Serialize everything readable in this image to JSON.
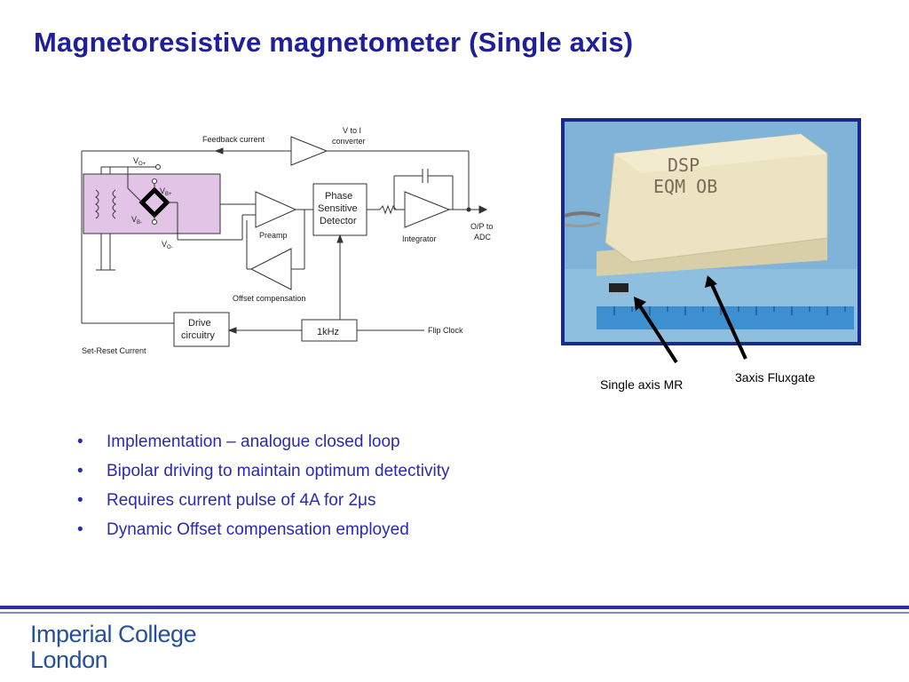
{
  "slide": {
    "title": "Magnetoresistive magnetometer (Single axis)"
  },
  "schematic": {
    "labels": {
      "feedback_current": "Feedback current",
      "v_to_i_line1": "V to I",
      "v_to_i_line2": "converter",
      "vo_plus": "V",
      "vo_plus_sub": "O+",
      "vb_plus": "V",
      "vb_plus_sub": "B+",
      "vb_minus": "V",
      "vb_minus_sub": "B-",
      "vo_minus": "V",
      "vo_minus_sub": "O-",
      "preamp": "Preamp",
      "psd_line1": "Phase",
      "psd_line2": "Sensitive",
      "psd_line3": "Detector",
      "integrator": "Integrator",
      "output_line1": "O/P to",
      "output_line2": "ADC",
      "offset_compensation": "Offset compensation",
      "drive_line1": "Drive",
      "drive_line2": "circuitry",
      "clock_1khz": "1kHz",
      "flip_clock": "Flip Clock",
      "set_reset_current": "Set-Reset Current"
    },
    "colors": {
      "sensor_fill": "#e2c4e6",
      "line": "#333333"
    }
  },
  "photo": {
    "box_label_line1": "DSP",
    "box_label_line2": "EQM OB",
    "caption_single": "Single axis MR",
    "caption_fluxgate": "3axis Fluxgate",
    "colors": {
      "frame": "#1a2a8c",
      "background": "#7fb3d8",
      "box": "#ece3c2",
      "ruler": "#3d8fd0"
    }
  },
  "bullets": [
    {
      "text": "Implementation – analogue closed loop"
    },
    {
      "text": "Bipolar driving to maintain optimum detectivity"
    },
    {
      "text": "Requires current pulse of 4A for 2μs"
    },
    {
      "text": "Dynamic Offset compensation employed"
    }
  ],
  "bullet_glyph": "•",
  "footer": {
    "logo_line1": "Imperial College",
    "logo_line2": "London",
    "colors": {
      "accent": "#2b2fa0",
      "logo": "#24519a"
    }
  }
}
